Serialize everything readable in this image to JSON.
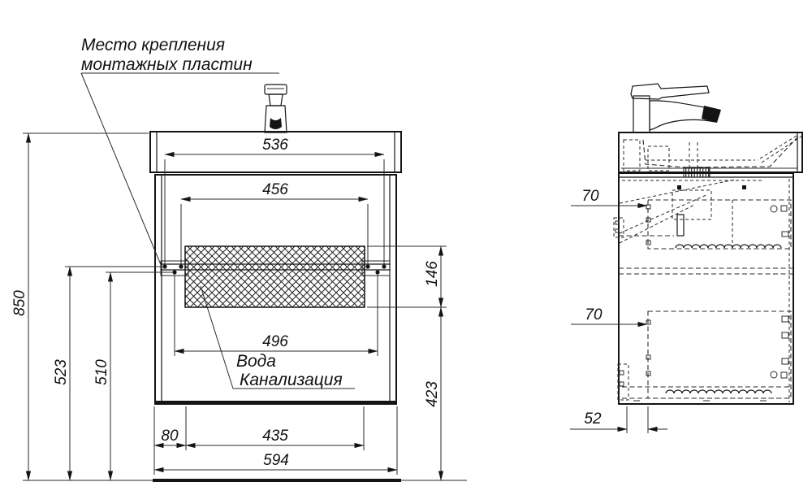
{
  "drawing": {
    "note": {
      "line1": "Место крепления",
      "line2": "монтажных пластин"
    },
    "front": {
      "dim_top_width": "536",
      "dim_screw_width": "456",
      "dim_plate_width": "496",
      "dim_height_total": "850",
      "dim_plate_top_height": "523",
      "dim_plate_bottom_height": "510",
      "dim_conn_zone_height": "146",
      "dim_under_cabinet_height": "423",
      "dim_side_offset": "80",
      "dim_drain_width": "435",
      "dim_overall_width": "594",
      "label_water": "Вода",
      "label_sewer": "Канализация"
    },
    "side": {
      "dim_plate_depth_upper": "70",
      "dim_plate_depth_lower": "70",
      "dim_bottom_depth": "52"
    },
    "colors": {
      "line": "#141414",
      "background": "#ffffff"
    }
  }
}
